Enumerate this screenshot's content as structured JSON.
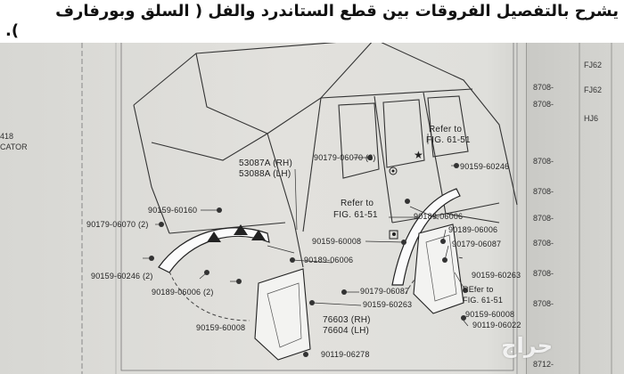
{
  "caption": {
    "line1": "يشرح بالتفصيل الفروقات بين قطع الستاندرد والفل ( السلق وبورفارف",
    "line2": ")."
  },
  "header": {
    "section_title": "W/ OVER FENDER"
  },
  "left_margin": [
    "418",
    "CATOR"
  ],
  "parts": {
    "p53087A": "53087A (RH)",
    "p53088A": "53088A (LH)",
    "p90179_06070_top": "90179-06070 (3)",
    "refer_top": "Refer to",
    "fig_top": "FIG. 61-51",
    "p90159_60246_right": "90159-60246",
    "p90159_60160": "90159-60160",
    "p90179_06070_left": "90179-06070 (2)",
    "refer_mid": "Refer to",
    "fig_mid": "FIG. 61-51",
    "p90189_06006_right": "90189-06006",
    "p90159_60008_mid": "90159-60008",
    "p90189_06006_mid": "90189-06006",
    "p90159_60246_left": "90159-60246 (2)",
    "p90189_06006_left": "90189-06006 (2)",
    "p90159_60008_bottom": "90159-60008",
    "p90179_06087_mid": "90179-06087",
    "p90159_60263_mid": "90159-60263",
    "p76603": "76603 (RH)",
    "p76604": "76604 (LH)",
    "p90119_06278": "90119-06278",
    "p90189_06006_r2": "90189-06006",
    "p90179_06087_r": "90179-06087",
    "p90159_60263_r": "90159-60263",
    "refer_low": "REfer to",
    "fig_low": "FIG. 61-51",
    "p90159_60008_r": "90159-60008",
    "p90119_06022": "90119-06022"
  },
  "right_column": [
    "FJ62",
    "FJ62",
    "HJ6",
    "8708-",
    "8708-",
    "8708-",
    "8708-",
    "8708-",
    "8708-",
    "8708-",
    "8708-",
    "8712-"
  ],
  "watermark": "حراج"
}
